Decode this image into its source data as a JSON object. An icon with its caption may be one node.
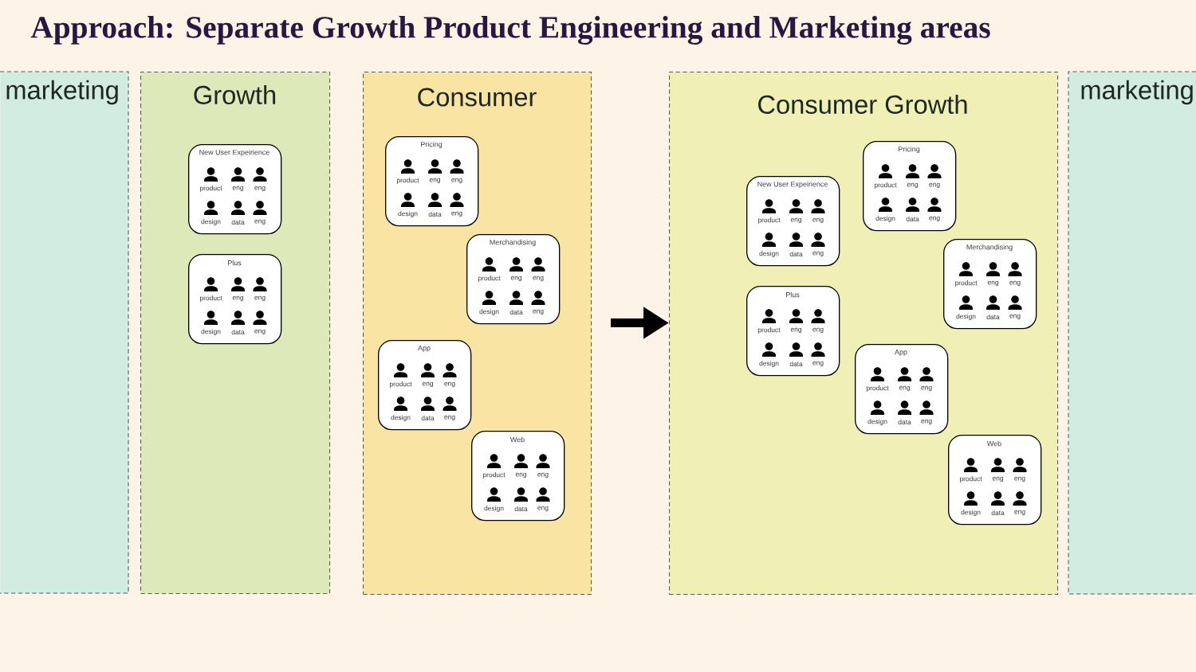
{
  "diagram": {
    "title": "Approach: Separate Growth Product Engineering and Marketing areas",
    "nodes": [
      {
        "text": [
          "marketing"
        ]
      },
      {
        "text": [
          "Growth"
        ]
      },
      {
        "text": [
          "New User Expeirience",
          "product",
          "eng",
          "eng",
          "design",
          "data",
          "eng"
        ],
        "in": 1
      },
      {
        "text": [
          "Plus",
          "product",
          "eng",
          "eng",
          "design",
          "data",
          "eng"
        ],
        "in": 1
      },
      {
        "text": [
          "Consumer"
        ]
      },
      {
        "text": [
          "Pricing",
          "product",
          "eng",
          "eng",
          "design",
          "data",
          "eng"
        ],
        "in": 4
      },
      {
        "text": [
          "Merchandising",
          "product",
          "eng",
          "eng",
          "design",
          "data",
          "eng"
        ],
        "in": 4
      },
      {
        "text": [
          "App",
          "product",
          "eng",
          "eng",
          "design",
          "data",
          "eng"
        ],
        "in": 4
      },
      {
        "text": [
          "Web",
          "product",
          "eng",
          "eng",
          "design",
          "data",
          "eng"
        ],
        "in": 4
      },
      {
        "text": [
          "Consumer Growth"
        ]
      },
      {
        "text": [
          "New User Expeirience",
          "product",
          "eng",
          "eng",
          "design",
          "data",
          "eng"
        ],
        "in": 9
      },
      {
        "text": [
          "Pricing",
          "product",
          "eng",
          "eng",
          "design",
          "data",
          "eng"
        ],
        "in": 9
      },
      {
        "text": [
          "Merchandising",
          "product",
          "eng",
          "eng",
          "design",
          "data",
          "eng"
        ],
        "in": 9
      },
      {
        "text": [
          "Plus",
          "product",
          "eng",
          "eng",
          "design",
          "data",
          "eng"
        ],
        "in": 9
      },
      {
        "text": [
          "App",
          "product",
          "eng",
          "eng",
          "design",
          "data",
          "eng"
        ],
        "in": 9
      },
      {
        "text": [
          "Web",
          "product",
          "eng",
          "eng",
          "design",
          "data",
          "eng"
        ],
        "in": 9
      },
      {
        "text": [
          "marketing"
        ]
      }
    ],
    "edges": [
      {
        "from": 4,
        "to": 9,
        "arrow": "to"
      }
    ]
  }
}
